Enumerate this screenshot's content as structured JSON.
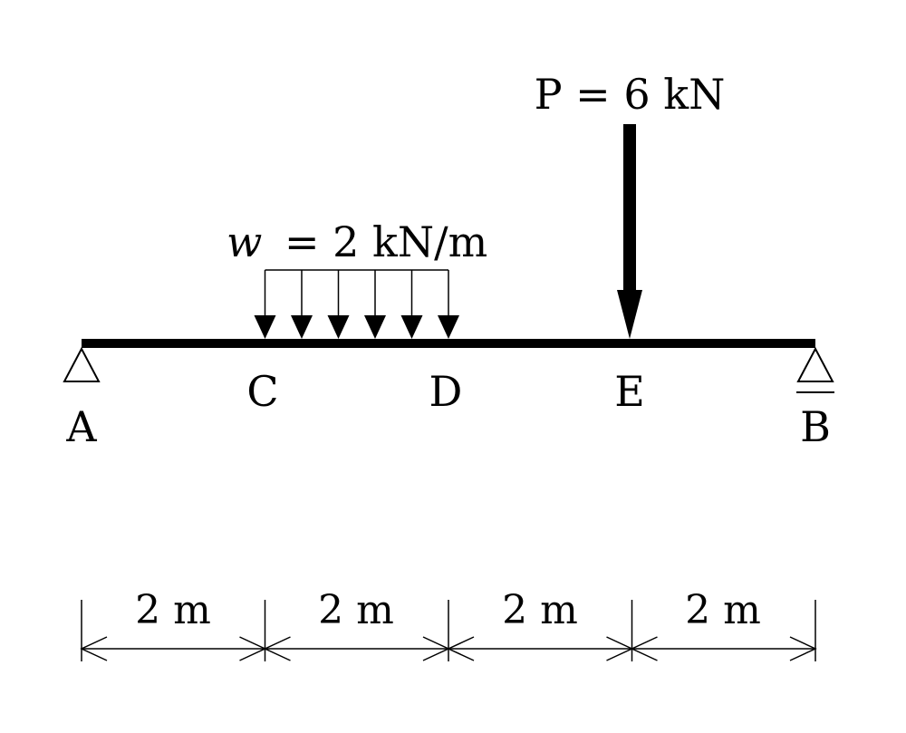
{
  "colors": {
    "ink": "#000000",
    "paper": "#ffffff"
  },
  "beam": {
    "points": [
      {
        "id": "A",
        "label": "A",
        "position_m": 0
      },
      {
        "id": "C",
        "label": "C",
        "position_m": 2
      },
      {
        "id": "D",
        "label": "D",
        "position_m": 4
      },
      {
        "id": "E",
        "label": "E",
        "position_m": 6
      },
      {
        "id": "B",
        "label": "B",
        "position_m": 8
      }
    ],
    "supports": [
      {
        "at": "A",
        "type": "pin"
      },
      {
        "at": "B",
        "type": "roller"
      }
    ]
  },
  "loads": {
    "distributed": {
      "symbol": "w",
      "text": "= 2 kN/m",
      "from": "C",
      "to": "D",
      "arrow_count": 6
    },
    "point": {
      "text": "P = 6 kN",
      "at": "E"
    }
  },
  "dimensions": [
    {
      "from": "A",
      "to": "C",
      "label": "2 m"
    },
    {
      "from": "C",
      "to": "D",
      "label": "2 m"
    },
    {
      "from": "D",
      "to": "E",
      "label": "2 m"
    },
    {
      "from": "E",
      "to": "B",
      "label": "2 m"
    }
  ]
}
